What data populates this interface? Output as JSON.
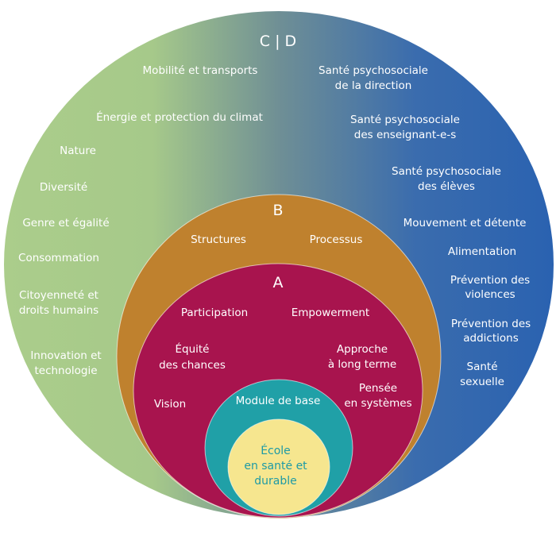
{
  "colors": {
    "outer_left": "#abcd8b",
    "outer_mid": "#6f8f95",
    "outer_right": "#2a62b0",
    "ring_b": "#bf812e",
    "ring_a": "#a8144e",
    "module": "#20a0a7",
    "core": "#f6e68f",
    "core_text": "#1e9aa5"
  },
  "outer": {
    "title": "C | D",
    "left": [
      "Mobilité et transports",
      "Énergie et protection du climat",
      "Nature",
      "Diversité",
      "Genre et égalité",
      "Consommation",
      [
        "Citoyenneté et",
        "droits humains"
      ],
      [
        "Innovation et",
        "technologie"
      ]
    ],
    "right": [
      [
        "Santé psychosociale",
        "de la direction"
      ],
      [
        "Santé psychosociale",
        "des enseignant-e-s"
      ],
      [
        "Santé psychosociale",
        "des élèves"
      ],
      "Mouvement et détente",
      "Alimentation",
      [
        "Prévention des",
        "violences"
      ],
      [
        "Prévention des",
        "addictions"
      ],
      [
        "Santé",
        "sexuelle"
      ]
    ]
  },
  "ring_b": {
    "title": "B",
    "items": [
      "Structures",
      "Processus"
    ]
  },
  "ring_a": {
    "title": "A",
    "items": [
      "Participation",
      "Empowerment",
      [
        "Équité",
        "des chances"
      ],
      [
        "Approche",
        "à long terme"
      ],
      [
        "Pensée",
        "en systèmes"
      ],
      "Vision"
    ]
  },
  "module": {
    "label": "Module de base"
  },
  "core": {
    "lines": [
      "École",
      "en santé et",
      "durable"
    ]
  }
}
